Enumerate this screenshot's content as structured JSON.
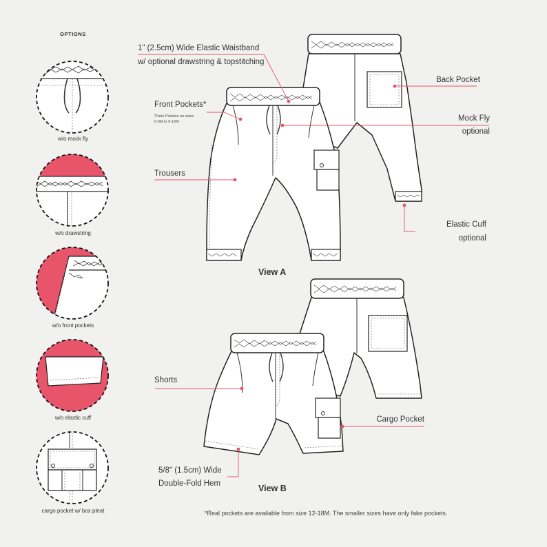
{
  "options": {
    "title": "OPTIONS",
    "items": [
      {
        "caption": "w/o mock fly"
      },
      {
        "caption": "w/o drawstring"
      },
      {
        "caption": "w/o front pockets"
      },
      {
        "caption": "w/o elastic cuff"
      },
      {
        "caption": "cargo pocket w/ box pleat"
      }
    ]
  },
  "labels": {
    "waistband_line1": "1\" (2.5cm) Wide Elastic Waistband",
    "waistband_line2": "w/ optional drawstring & topstitching",
    "front_pockets": "Front Pockets*",
    "fake_note_line1": "*Fake Pockets on sizes",
    "fake_note_line2": "0-3M to 9-12M",
    "trousers": "Trousers",
    "back_pocket": "Back Pocket",
    "mock_fly": "Mock Fly",
    "mock_fly_sub": "optional",
    "elastic_cuff": "Elastic Cuff",
    "elastic_cuff_sub": "optional",
    "view_a": "View A",
    "shorts": "Shorts",
    "cargo_pocket": "Cargo Pocket",
    "hem_line1": "5/8\" (1.5cm) Wide",
    "hem_line2": "Double-Fold Hem",
    "view_b": "View B"
  },
  "footnote": "*Real pockets are available from size 12-18M. The smaller sizes have only fake pockets.",
  "colors": {
    "accent": "#e8546a",
    "background": "#f1f1f0",
    "garment_fill": "#ffffff",
    "outline": "#2a2a2a"
  }
}
